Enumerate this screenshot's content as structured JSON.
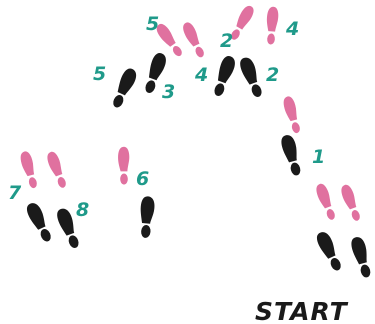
{
  "colors": {
    "left_foot": "#1a1a1a",
    "right_foot": "#e0719f",
    "number": "#1f9a8a",
    "label": "#1a1a1a"
  },
  "icons": {
    "left_foot": "shoe-print-icon",
    "right_foot": "shoe-print-icon"
  },
  "start_label": "START",
  "steps": [
    {
      "number": "1"
    },
    {
      "number": "2"
    },
    {
      "number": "2"
    },
    {
      "number": "3"
    },
    {
      "number": "4"
    },
    {
      "number": "4"
    },
    {
      "number": "5"
    },
    {
      "number": "5"
    },
    {
      "number": "6"
    },
    {
      "number": "7"
    },
    {
      "number": "8"
    }
  ]
}
